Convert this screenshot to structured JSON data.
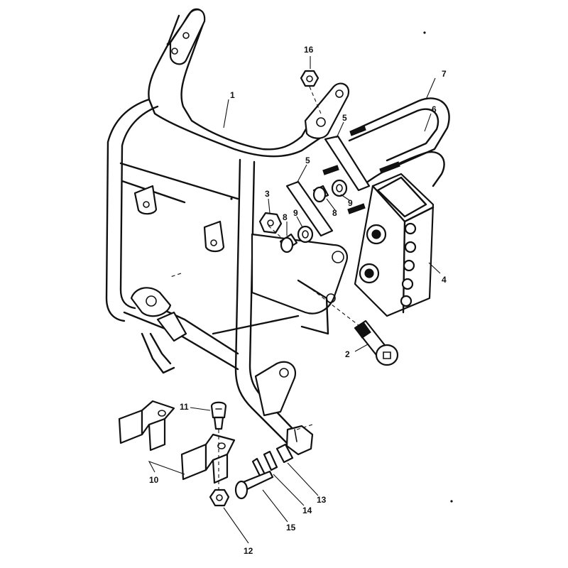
{
  "callouts": {
    "c1": "1",
    "c2": "2",
    "c3": "3",
    "c4": "4",
    "c5a": "5",
    "c5b": "5",
    "c6": "6",
    "c7": "7",
    "c8a": "8",
    "c8b": "8",
    "c9a": "9",
    "c9b": "9",
    "c10": "10",
    "c11": "11",
    "c12": "12",
    "c13": "13",
    "c14": "14",
    "c15": "15",
    "c16": "16"
  }
}
